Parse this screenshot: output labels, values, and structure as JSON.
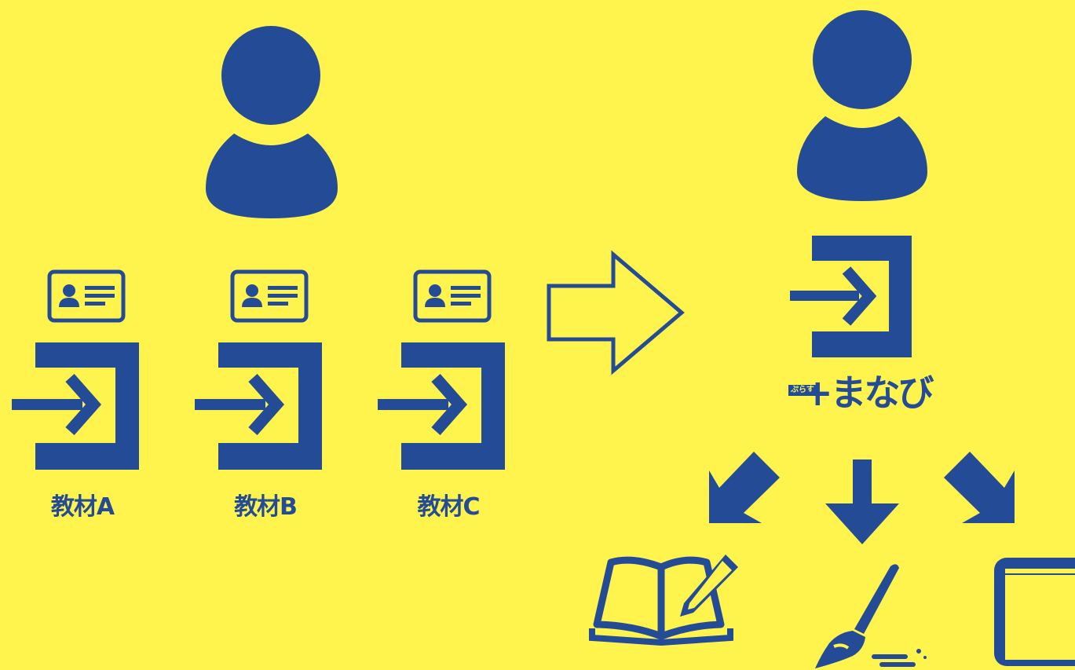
{
  "colors": {
    "background": "#FFF34D",
    "primary": "#244C96"
  },
  "left_group": {
    "items": [
      {
        "label": "教材A",
        "icons": [
          "id-card-icon",
          "sign-in-icon"
        ]
      },
      {
        "label": "教材B",
        "icons": [
          "id-card-icon",
          "sign-in-icon"
        ]
      },
      {
        "label": "教材C",
        "icons": [
          "id-card-icon",
          "sign-in-icon"
        ]
      }
    ],
    "person_icon": "user-icon"
  },
  "center_arrow_icon": "arrow-right-outline-icon",
  "right_group": {
    "person_icon": "user-icon",
    "login_icon": "sign-in-icon",
    "logo": {
      "small": "ぷらす",
      "main": "+まなび"
    },
    "branch_arrows": [
      "arrow-down-left-icon",
      "arrow-down-icon",
      "arrow-down-right-icon"
    ],
    "outputs": [
      "book-pencil-icon",
      "paint-brush-icon",
      "book-icon"
    ]
  }
}
